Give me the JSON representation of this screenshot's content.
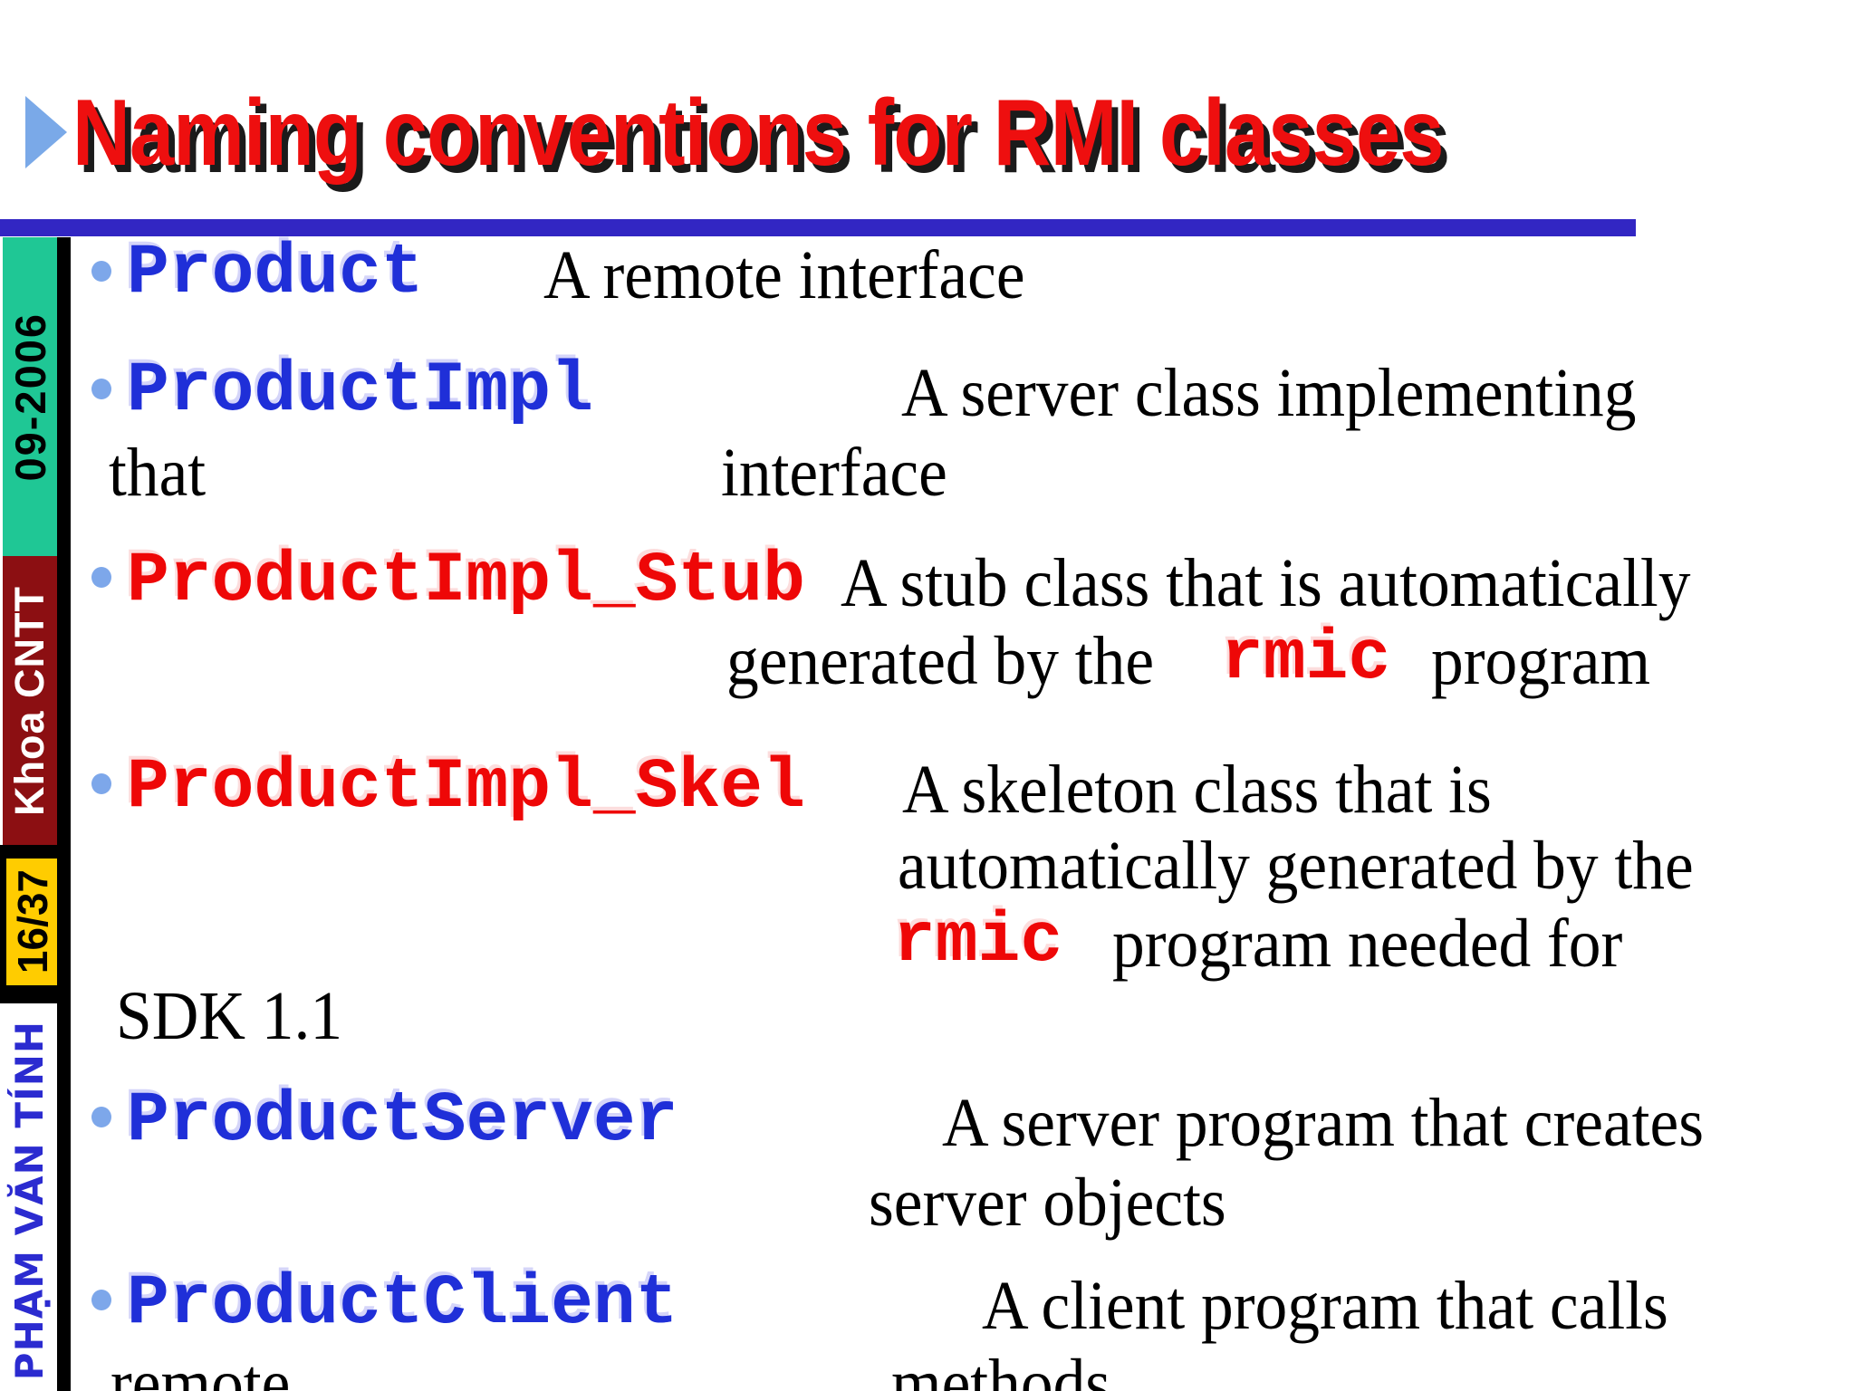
{
  "title": {
    "text": "Naming conventions for RMI classes"
  },
  "sidebar": {
    "date": "09-2006",
    "department": "Khoa CNTT",
    "page_number": "16/37",
    "author": "PHẠM VĂN TÍNH"
  },
  "bullets": [
    {
      "name": "Product",
      "desc": "A remote interface"
    },
    {
      "name": "ProductImpl",
      "desc_line1": "A server class implementing",
      "cont_left": "that",
      "cont_right": "interface"
    },
    {
      "name": "ProductImpl_Stub",
      "desc_line1": "A stub class that is automatically",
      "desc_line2_pre": "generated by the",
      "keyword": "rmic",
      "desc_line2_post": "program"
    },
    {
      "name": "ProductImpl_Skel",
      "desc_line1": "A skeleton class that is",
      "desc_line2": "automatically generated by the",
      "keyword": "rmic",
      "desc_line3_post": "program needed for",
      "cont_left": "SDK 1.1"
    },
    {
      "name": "ProductServer",
      "desc_line1": "A server program that creates",
      "desc_line2": "server objects"
    },
    {
      "name": "ProductClient",
      "desc_line1": "A client program that calls",
      "cont_left": "remote",
      "cont_right": "methods"
    }
  ],
  "colors": {
    "title_red": "#ee0f0f",
    "shadow_black": "#1b1b1b",
    "rule_blue": "#3226c3",
    "arrow_blue": "#7aa9e8",
    "class_blue": "#1f2fd8",
    "class_red": "#ee0707",
    "body_black": "#000000",
    "bullet_dot": "#7da7ea",
    "sb_green": "#1fc795",
    "sb_maroon": "#8c0f12",
    "sb_yellow": "#ffcc00",
    "sb_author_blue": "#2b2bd0",
    "sb_black": "#000000"
  }
}
